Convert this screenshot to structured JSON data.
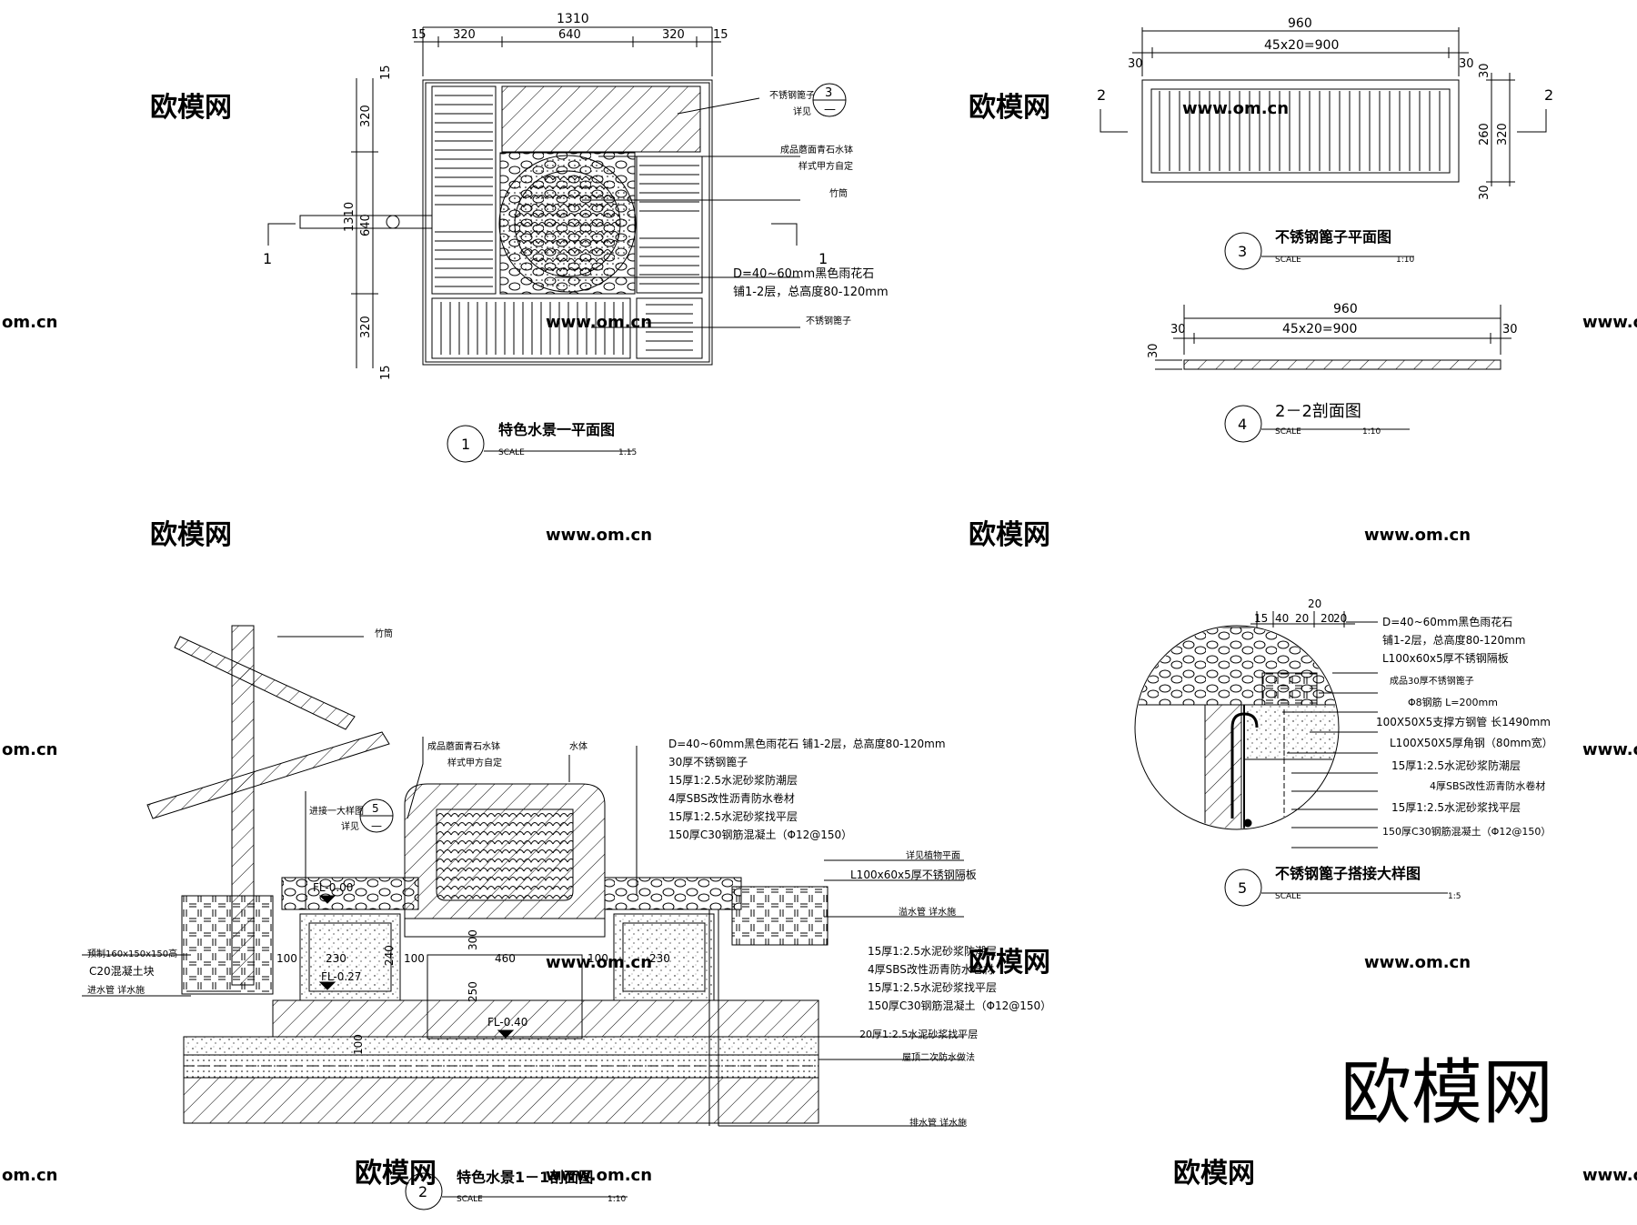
{
  "drawing1": {
    "overall_width": "1310",
    "seg_edge_left": "15",
    "seg_left": "320",
    "seg_mid": "640",
    "seg_right": "320",
    "seg_edge_right": "15",
    "v_top_edge": "15",
    "v_top": "320",
    "v_overall": "1310",
    "v_mid": "640",
    "v_bottom": "320",
    "v_bottom_edge": "15",
    "section_mark": "1",
    "callout_grate": "不锈钢篦子",
    "callout_grate_ref": "详见",
    "callout_grate_bubble_top": "3",
    "callout_grate_bubble_bottom": "—",
    "callout_basin_1": "成品蘑面青石水钵",
    "callout_basin_2": "样式甲方自定",
    "callout_bamboo": "竹筒",
    "callout_stone_1": "D=40~60mm黑色雨花石",
    "callout_stone_2": "铺1-2层，总高度80-120mm",
    "callout_grate2": "不锈钢篦子",
    "title_number": "1",
    "title": "特色水景一平面图",
    "scale_label": "SCALE",
    "scale": "1:15"
  },
  "drawing3": {
    "width": "960",
    "inner": "45x20=900",
    "edge_left": "30",
    "edge_right": "30",
    "v_top": "30",
    "v_inner": "260",
    "v_total": "320",
    "v_bottom": "30",
    "section_mark": "2",
    "title_number": "3",
    "title": "不锈钢篦子平面图",
    "scale_label": "SCALE",
    "scale": "1:10"
  },
  "drawing4": {
    "width": "960",
    "inner": "45x20=900",
    "edge_left": "30",
    "edge_right": "30",
    "height": "30",
    "title_number": "4",
    "title": "2－2剖面图",
    "scale_label": "SCALE",
    "scale": "1:10"
  },
  "drawing2": {
    "callout_bamboo": "竹筒",
    "callout_basin_1": "成品蘑面青石水钵",
    "callout_basin_2": "样式甲方自定",
    "callout_water": "水体",
    "callout_detail": "进接一大样图",
    "callout_detail_ref": "详见",
    "detail_bubble_top": "5",
    "detail_bubble_bottom": "—",
    "layers": [
      "D=40~60mm黑色雨花石  铺1-2层，总高度80-120mm",
      "30厚不锈钢篦子",
      "15厚1:2.5水泥砂浆防潮层",
      "4厚SBS改性沥青防水卷材",
      "15厚1:2.5水泥砂浆找平层",
      "150厚C30钢筋混凝土（Φ12@150）"
    ],
    "right_1": "详见植物平面",
    "right_2": "L100x60x5厚不锈钢隔板",
    "right_3": "溢水管  详水施",
    "right_layers": [
      "15厚1:2.5水泥砂浆防潮层",
      "4厚SBS改性沥青防水卷材",
      "15厚1:2.5水泥砂浆找平层",
      "150厚C30钢筋混凝土（Φ12@150）"
    ],
    "right_screed": "20厚1:2.5水泥砂浆找平层",
    "right_roof": "屋顶二次防水做法",
    "right_drain": "排水管  详水施",
    "left_block_1": "预制160x150x150高",
    "left_block_2": "C20混凝土块",
    "left_inlet": "进水管  详水施",
    "dim_100a": "100",
    "dim_230a": "230",
    "dim_240": "240",
    "dim_100b": "100",
    "dim_300": "300",
    "dim_460": "460",
    "dim_100c": "100",
    "dim_230b": "230",
    "dim_250": "250",
    "dim_100d": "100",
    "fl_1": "FL-0.27",
    "fl_2": "FL-0.40",
    "fl_3": "FL-0.00",
    "title_number": "2",
    "title": "特色水景1－1剖面图",
    "scale_label": "SCALE",
    "scale": "1:10"
  },
  "drawing5": {
    "dims": [
      "15",
      "40",
      "20",
      "20",
      "20",
      "20"
    ],
    "layers": [
      "D=40~60mm黑色雨花石",
      "铺1-2层，总高度80-120mm",
      "L100x60x5厚不锈钢隔板",
      "成品30厚不锈钢篦子",
      "Φ8钢筋  L=200mm",
      "100X50X5支撑方钢管  长1490mm",
      "L100X50X5厚角钢（80mm宽）",
      "15厚1:2.5水泥砂浆防潮层",
      "4厚SBS改性沥青防水卷材",
      "15厚1:2.5水泥砂浆找平层",
      "150厚C30钢筋混凝土（Φ12@150）"
    ],
    "title_number": "5",
    "title": "不锈钢篦子搭接大样图",
    "scale_label": "SCALE",
    "scale": "1:5"
  },
  "watermark": {
    "logo": "欧模网",
    "site": "www.om.cn",
    "site_short": "om.cn"
  }
}
